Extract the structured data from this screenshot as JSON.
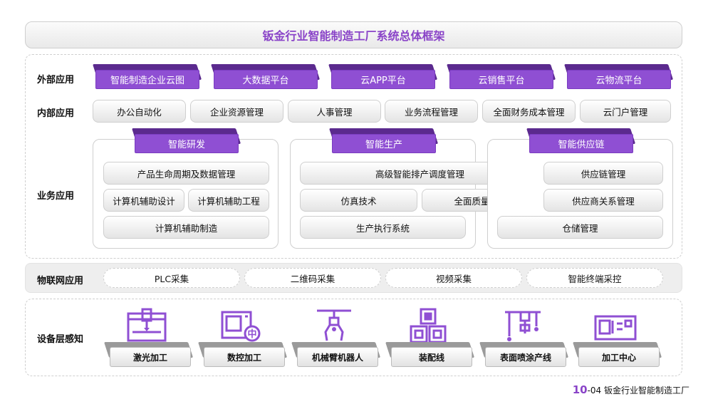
{
  "title": "钣金行业智能制造工厂系统总体框架",
  "rows": {
    "external": "外部应用",
    "internal": "内部应用",
    "business": "业务应用",
    "iot": "物联网应用",
    "device": "设备层感知"
  },
  "external_apps": [
    "智能制造企业云图",
    "大数据平台",
    "云APP平台",
    "云销售平台",
    "云物流平台"
  ],
  "internal_apps": [
    "办公自动化",
    "企业资源管理",
    "人事管理",
    "业务流程管理",
    "全面财务成本管理",
    "云门户管理"
  ],
  "business": {
    "rd": {
      "title": "智能研发",
      "items": [
        "产品生命周期及数据管理",
        "计算机辅助设计",
        "计算机辅助工程",
        "计算机辅助制造"
      ]
    },
    "production": {
      "title": "智能生产",
      "items": [
        "高级智能排产调度管理",
        "仿真技术",
        "全面质量管理",
        "生产执行系统"
      ]
    },
    "supply": {
      "title": "智能供应链",
      "items": [
        "供应链管理",
        "供应商关系管理",
        "仓储管理"
      ]
    }
  },
  "iot_items": [
    "PLC采集",
    "二维码采集",
    "视频采集",
    "智能终端采控"
  ],
  "devices": [
    {
      "label": "激光加工",
      "icon": "laser-machine-icon"
    },
    {
      "label": "数控加工",
      "icon": "cnc-machine-icon"
    },
    {
      "label": "机械臂机器人",
      "icon": "robot-arm-icon"
    },
    {
      "label": "装配线",
      "icon": "assembly-line-icon"
    },
    {
      "label": "表面喷涂产线",
      "icon": "spray-line-icon"
    },
    {
      "label": "加工中心",
      "icon": "machining-center-icon"
    }
  ],
  "footer": {
    "number": "10",
    "text": "-04 钣金行业智能制造工厂"
  },
  "colors": {
    "accent": "#8f4fd3",
    "accent_dark": "#5b2a8e"
  }
}
